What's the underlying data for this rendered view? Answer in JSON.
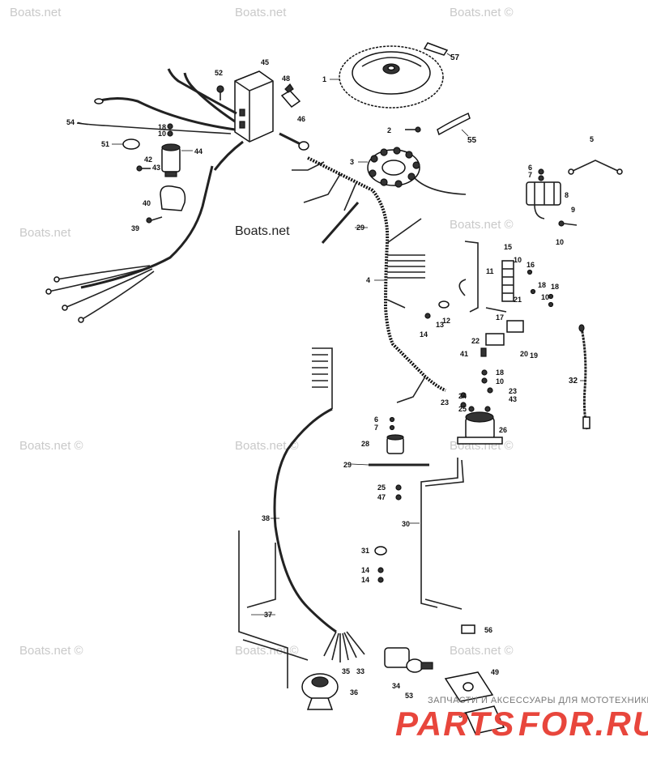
{
  "watermarks": [
    "Boats.net",
    "Boats.net",
    "Boats.net ©",
    "Boats.net",
    "Boats.net ©",
    "Boats.net ©",
    "Boats.net ©",
    "Boats.net ©",
    "Boats.net ©",
    "Boats.net ©",
    "Boats.net ©"
  ],
  "feature_watermark": "Boats.net",
  "callouts": [
    "57",
    "1",
    "45",
    "52",
    "48",
    "46",
    "54",
    "18",
    "10",
    "51",
    "44",
    "42",
    "43",
    "40",
    "39",
    "2",
    "55",
    "3",
    "5",
    "6",
    "7",
    "8",
    "9",
    "10",
    "29",
    "4",
    "15",
    "11",
    "10",
    "16",
    "18",
    "10",
    "18",
    "17",
    "21",
    "13",
    "12",
    "14",
    "22",
    "41",
    "20",
    "19",
    "32",
    "18",
    "10",
    "24",
    "23",
    "43",
    "23",
    "25",
    "26",
    "6",
    "7",
    "28",
    "29",
    "25",
    "47",
    "30",
    "38",
    "31",
    "14",
    "14",
    "37",
    "56",
    "35",
    "33",
    "36",
    "34",
    "53",
    "49",
    "50"
  ],
  "banner": {
    "tagline": "ЗАПЧАСТИ И АКСЕССУАРЫ ДЛЯ МОТОТЕХНИКИ",
    "brand_left": "PARTS",
    "brand_right": "FOR.RU",
    "brand_color": "#e8463c"
  }
}
